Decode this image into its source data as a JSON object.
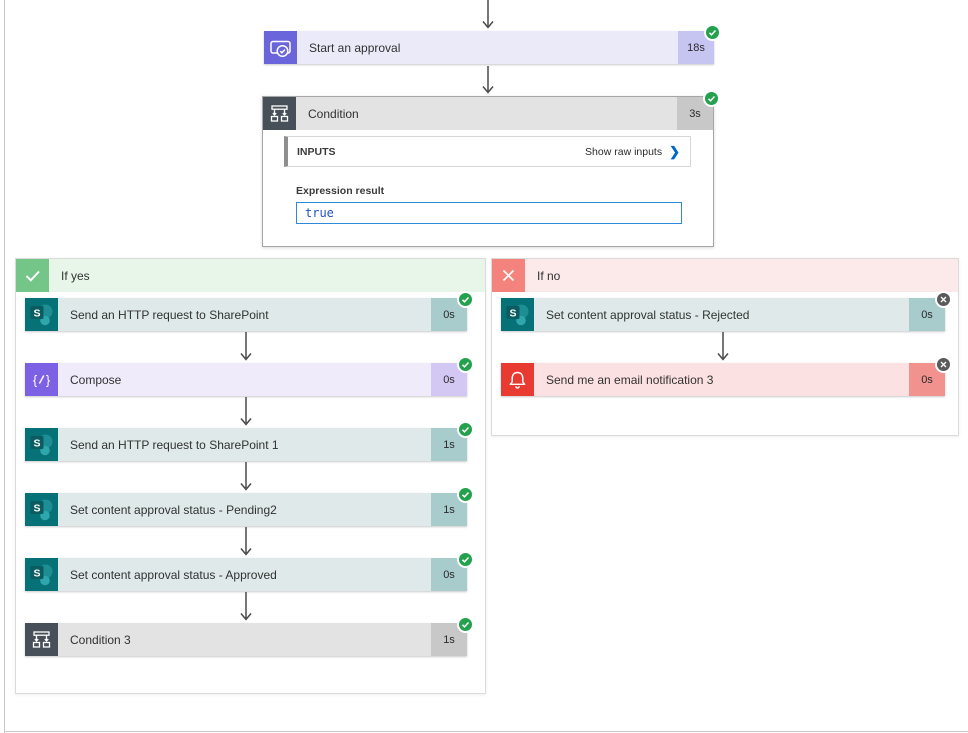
{
  "colors": {
    "link_blue": "#0066CC",
    "input_border": "#2E8AD8",
    "expression_text": "#2152C2",
    "success_green": "#23A14D",
    "skipped_gray": "#5A5A5A",
    "arrow_gray": "#4A4A4A",
    "sharepoint_teal": "#067176",
    "approval_purple": "#6A65DB",
    "compose_purple": "#7C61E4",
    "notification_red": "#E83A30",
    "condition_slate": "#475059",
    "if_yes_green": "#74C688",
    "if_no_salmon": "#F5837D"
  },
  "icons": {
    "approval": "approval-stamp",
    "condition": "branch-split",
    "sharepoint": "sharepoint-logo",
    "compose": "{/}",
    "notification": "bell",
    "succeeded_badge": "check",
    "skipped_badge": "x",
    "if_yes": "check",
    "if_no": "x",
    "chevron_right": "❯"
  },
  "start_approval": {
    "title": "Start an approval",
    "duration": "18s",
    "status": "Succeeded"
  },
  "condition": {
    "title": "Condition",
    "duration": "3s",
    "status": "Succeeded",
    "inputs_label": "INPUTS",
    "show_raw_inputs": "Show raw inputs",
    "expression_result_label": "Expression result",
    "expression_value": "true"
  },
  "branches": {
    "yes": {
      "label": "If yes",
      "actions": [
        {
          "title": "Send an HTTP request to SharePoint",
          "duration": "0s",
          "icon": "sharepoint",
          "status": "Succeeded"
        },
        {
          "title": "Compose",
          "duration": "0s",
          "icon": "compose",
          "status": "Succeeded"
        },
        {
          "title": "Send an HTTP request to SharePoint 1",
          "duration": "1s",
          "icon": "sharepoint",
          "status": "Succeeded"
        },
        {
          "title": "Set content approval status - Pending2",
          "duration": "1s",
          "icon": "sharepoint",
          "status": "Succeeded"
        },
        {
          "title": "Set content approval status - Approved",
          "duration": "0s",
          "icon": "sharepoint",
          "status": "Succeeded"
        },
        {
          "title": "Condition 3",
          "duration": "1s",
          "icon": "condition",
          "status": "Succeeded"
        }
      ]
    },
    "no": {
      "label": "If no",
      "actions": [
        {
          "title": "Set content approval status - Rejected",
          "duration": "0s",
          "icon": "sharepoint",
          "status": "Skipped"
        },
        {
          "title": "Send me an email notification 3",
          "duration": "0s",
          "icon": "notification",
          "status": "Skipped"
        }
      ]
    }
  }
}
